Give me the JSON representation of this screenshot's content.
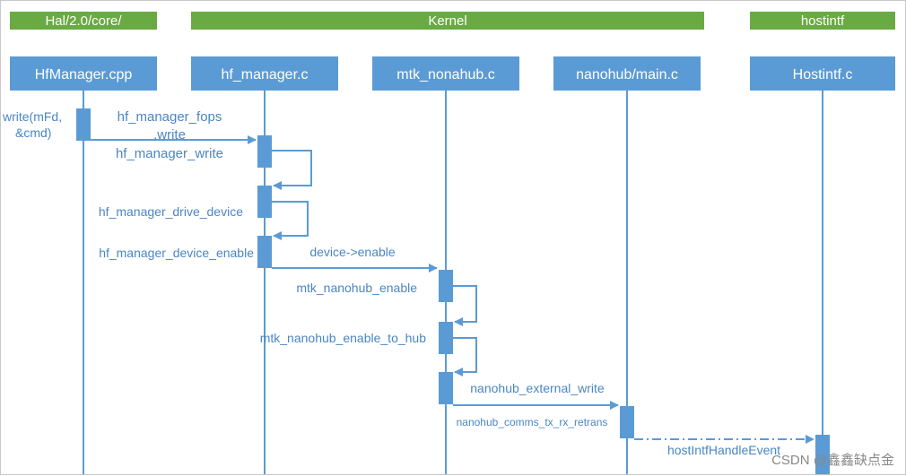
{
  "colors": {
    "group_fill": "#6aaa42",
    "group_text": "#ffffff",
    "box_fill": "#5b9bd5",
    "box_text": "#ffffff",
    "line": "#5b9bd5",
    "label": "#4a86c5",
    "watermark": "#888888"
  },
  "groups": [
    {
      "id": "hal",
      "label": "Hal/2.0/core/"
    },
    {
      "id": "kernel",
      "label": "Kernel"
    },
    {
      "id": "hostintf",
      "label": "hostintf"
    }
  ],
  "participants": [
    {
      "id": "hfmanager-cpp",
      "label": "HfManager.cpp"
    },
    {
      "id": "hf-manager-c",
      "label": "hf_manager.c"
    },
    {
      "id": "mtk-nonahub-c",
      "label": "mtk_nonahub.c"
    },
    {
      "id": "nanohub-main-c",
      "label": "nanohub/main.c"
    },
    {
      "id": "hostintf-c",
      "label": "Hostintf.c"
    }
  ],
  "messages": {
    "write_call": "write(mFd,\n&cmd)",
    "fops_line1": "hf_manager_fops",
    "fops_line2": ".write",
    "hf_manager_write": "hf_manager_write",
    "drive_device": "hf_manager_drive_device",
    "device_enable": "hf_manager_device_enable",
    "device_enable_arrow": "device->enable",
    "mtk_nanohub_enable": "mtk_nanohub_enable",
    "mtk_nanohub_enable_to_hub": "mtk_nanohub_enable_to_hub",
    "nanohub_external_write": "nanohub_external_write",
    "comms_retrans": "nanohub_comms_tx_rx_retrans",
    "host_event": "hostIntfHandleEvent"
  },
  "watermark": "CSDN @鑫鑫缺点金"
}
